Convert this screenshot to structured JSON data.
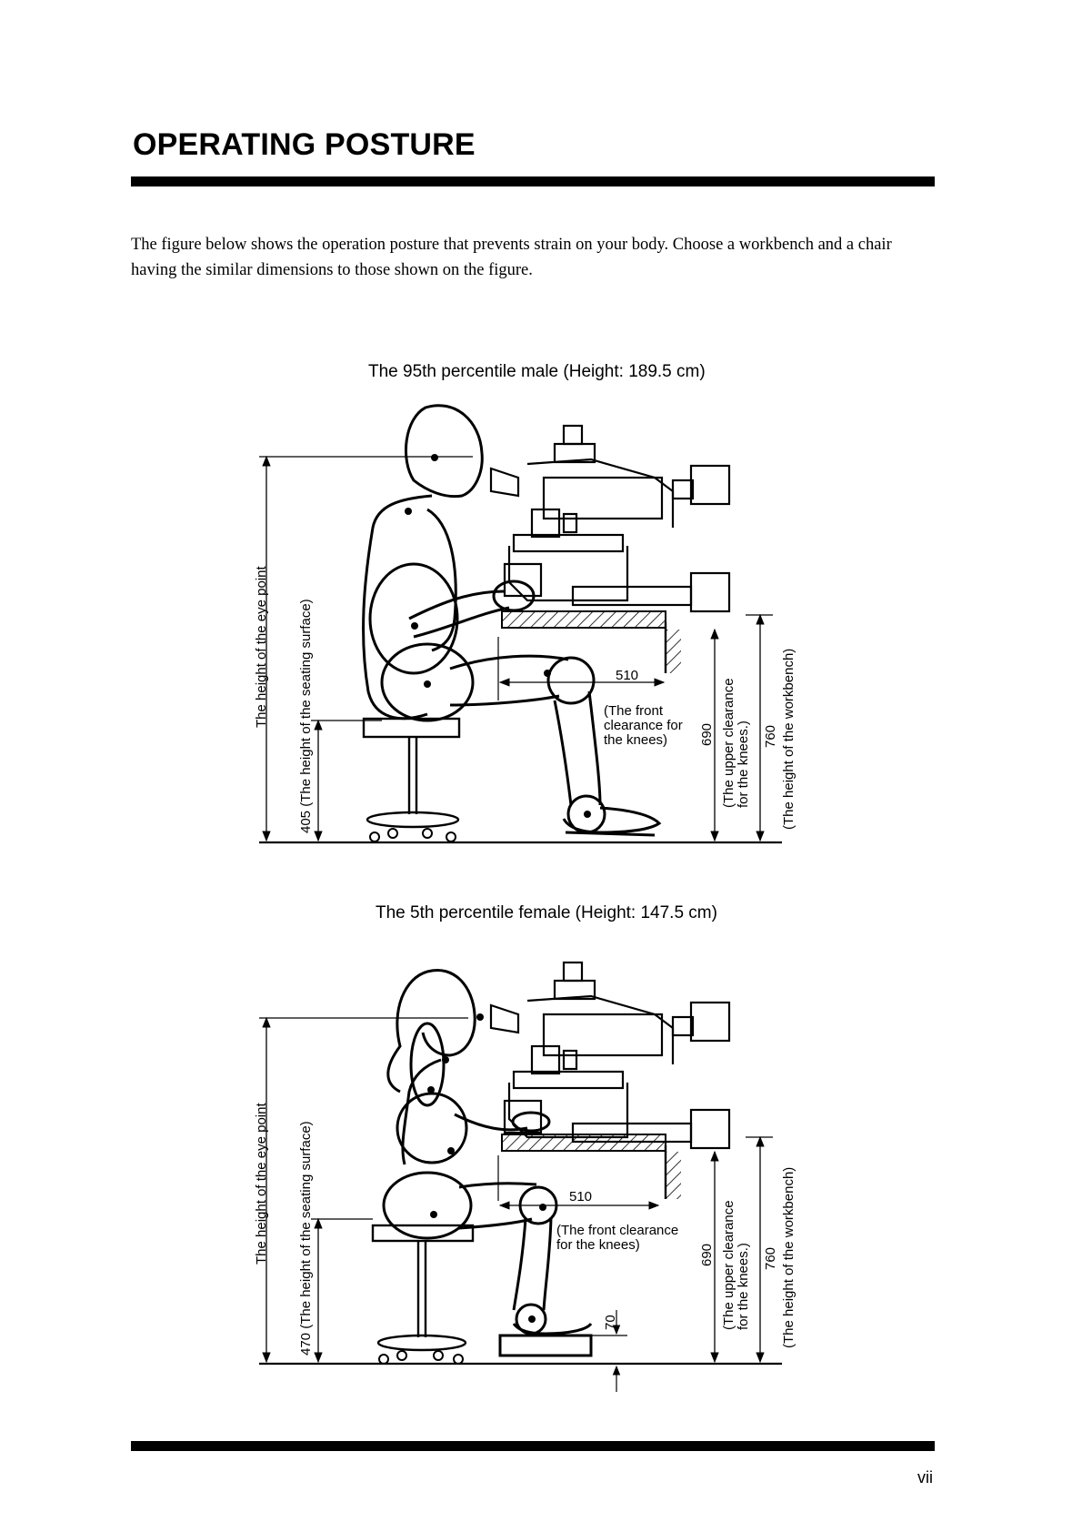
{
  "page": {
    "title": "OPERATING POSTURE",
    "intro": "The figure below shows the operation posture that prevents strain on your body.  Choose a workbench and a chair having the similar dimensions to those shown on the figure.",
    "page_number": "vii"
  },
  "figure_male": {
    "caption": "The 95th percentile male  (Height: 189.5 cm)",
    "eye_point_label": "The height of the eye point",
    "seat_label": "405 (The height of the seating surface)",
    "knee_front_value": "510",
    "knee_front_label": [
      "(The front",
      "clearance for",
      "the knees)"
    ],
    "upper_clearance_value": "690",
    "upper_clearance_label": [
      "(The upper clearance",
      "for the knees.)"
    ],
    "bench_value": "760",
    "bench_label": "(The height of the workbench)"
  },
  "figure_female": {
    "caption": "The 5th percentile female  (Height: 147.5 cm)",
    "eye_point_label": "The height of the eye point",
    "seat_label": "470 (The height of the seating surface)",
    "knee_front_value": "510",
    "knee_front_label": [
      "(The front clearance",
      " for the knees)"
    ],
    "footrest_value": "70",
    "upper_clearance_value": "690",
    "upper_clearance_label": [
      "(The upper clearance",
      "for the knees.)"
    ],
    "bench_value": "760",
    "bench_label": "(The height of the workbench)"
  },
  "icons": [
    "seated-male-figure",
    "seated-female-figure",
    "microscope",
    "stool",
    "workbench"
  ]
}
